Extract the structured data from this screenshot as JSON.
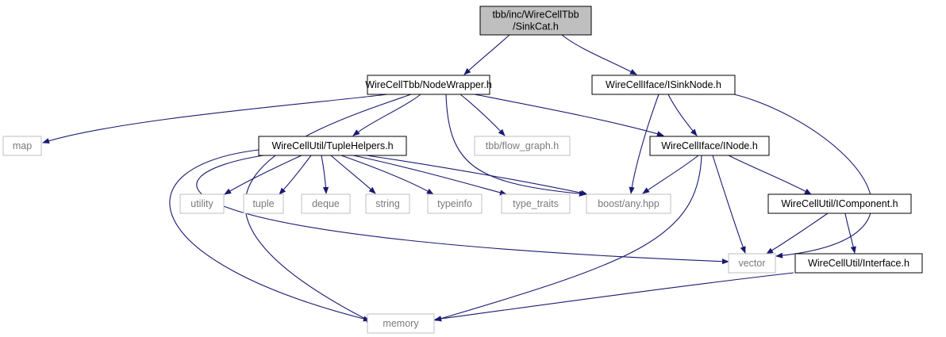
{
  "colors": {
    "edge": "#191970",
    "root_fill": "#bfbfbf",
    "node_fill": "#ffffff",
    "node_border": "#000000",
    "external_border": "#bfbfbf",
    "external_text": "#7a7a7a"
  },
  "nodes": [
    {
      "id": "sinkcat",
      "lines": [
        "tbb/inc/WireCellTbb",
        "/SinkCat.h"
      ],
      "kind": "root"
    },
    {
      "id": "nodewrapper",
      "lines": [
        "WireCellTbb/NodeWrapper.h"
      ],
      "kind": "header"
    },
    {
      "id": "isinknode",
      "lines": [
        "WireCellIface/ISinkNode.h"
      ],
      "kind": "header"
    },
    {
      "id": "map",
      "lines": [
        "map"
      ],
      "kind": "external"
    },
    {
      "id": "tuplehelpers",
      "lines": [
        "WireCellUtil/TupleHelpers.h"
      ],
      "kind": "header"
    },
    {
      "id": "flowgraph",
      "lines": [
        "tbb/flow_graph.h"
      ],
      "kind": "external"
    },
    {
      "id": "inode",
      "lines": [
        "WireCellIface/INode.h"
      ],
      "kind": "header"
    },
    {
      "id": "utility",
      "lines": [
        "utility"
      ],
      "kind": "external"
    },
    {
      "id": "tuple",
      "lines": [
        "tuple"
      ],
      "kind": "external"
    },
    {
      "id": "deque",
      "lines": [
        "deque"
      ],
      "kind": "external"
    },
    {
      "id": "string",
      "lines": [
        "string"
      ],
      "kind": "external"
    },
    {
      "id": "typeinfo",
      "lines": [
        "typeinfo"
      ],
      "kind": "external"
    },
    {
      "id": "typetraits",
      "lines": [
        "type_traits"
      ],
      "kind": "external"
    },
    {
      "id": "boostany",
      "lines": [
        "boost/any.hpp"
      ],
      "kind": "external"
    },
    {
      "id": "icomponent",
      "lines": [
        "WireCellUtil/IComponent.h"
      ],
      "kind": "header"
    },
    {
      "id": "vector",
      "lines": [
        "vector"
      ],
      "kind": "external"
    },
    {
      "id": "interface",
      "lines": [
        "WireCellUtil/Interface.h"
      ],
      "kind": "header"
    },
    {
      "id": "memory",
      "lines": [
        "memory"
      ],
      "kind": "external"
    }
  ],
  "edges": [
    {
      "from": "sinkcat",
      "to": "nodewrapper"
    },
    {
      "from": "sinkcat",
      "to": "isinknode"
    },
    {
      "from": "nodewrapper",
      "to": "map"
    },
    {
      "from": "nodewrapper",
      "to": "tuplehelpers"
    },
    {
      "from": "nodewrapper",
      "to": "flowgraph"
    },
    {
      "from": "nodewrapper",
      "to": "inode"
    },
    {
      "from": "nodewrapper",
      "to": "boostany"
    },
    {
      "from": "nodewrapper",
      "to": "memory"
    },
    {
      "from": "isinknode",
      "to": "inode"
    },
    {
      "from": "isinknode",
      "to": "boostany"
    },
    {
      "from": "isinknode",
      "to": "vector"
    },
    {
      "from": "tuplehelpers",
      "to": "utility"
    },
    {
      "from": "tuplehelpers",
      "to": "tuple"
    },
    {
      "from": "tuplehelpers",
      "to": "deque"
    },
    {
      "from": "tuplehelpers",
      "to": "string"
    },
    {
      "from": "tuplehelpers",
      "to": "typeinfo"
    },
    {
      "from": "tuplehelpers",
      "to": "typetraits"
    },
    {
      "from": "tuplehelpers",
      "to": "boostany"
    },
    {
      "from": "tuplehelpers",
      "to": "vector"
    },
    {
      "from": "tuplehelpers",
      "to": "memory"
    },
    {
      "from": "inode",
      "to": "boostany"
    },
    {
      "from": "inode",
      "to": "icomponent"
    },
    {
      "from": "inode",
      "to": "vector"
    },
    {
      "from": "inode",
      "to": "memory"
    },
    {
      "from": "icomponent",
      "to": "vector"
    },
    {
      "from": "icomponent",
      "to": "interface"
    },
    {
      "from": "interface",
      "to": "memory"
    }
  ]
}
